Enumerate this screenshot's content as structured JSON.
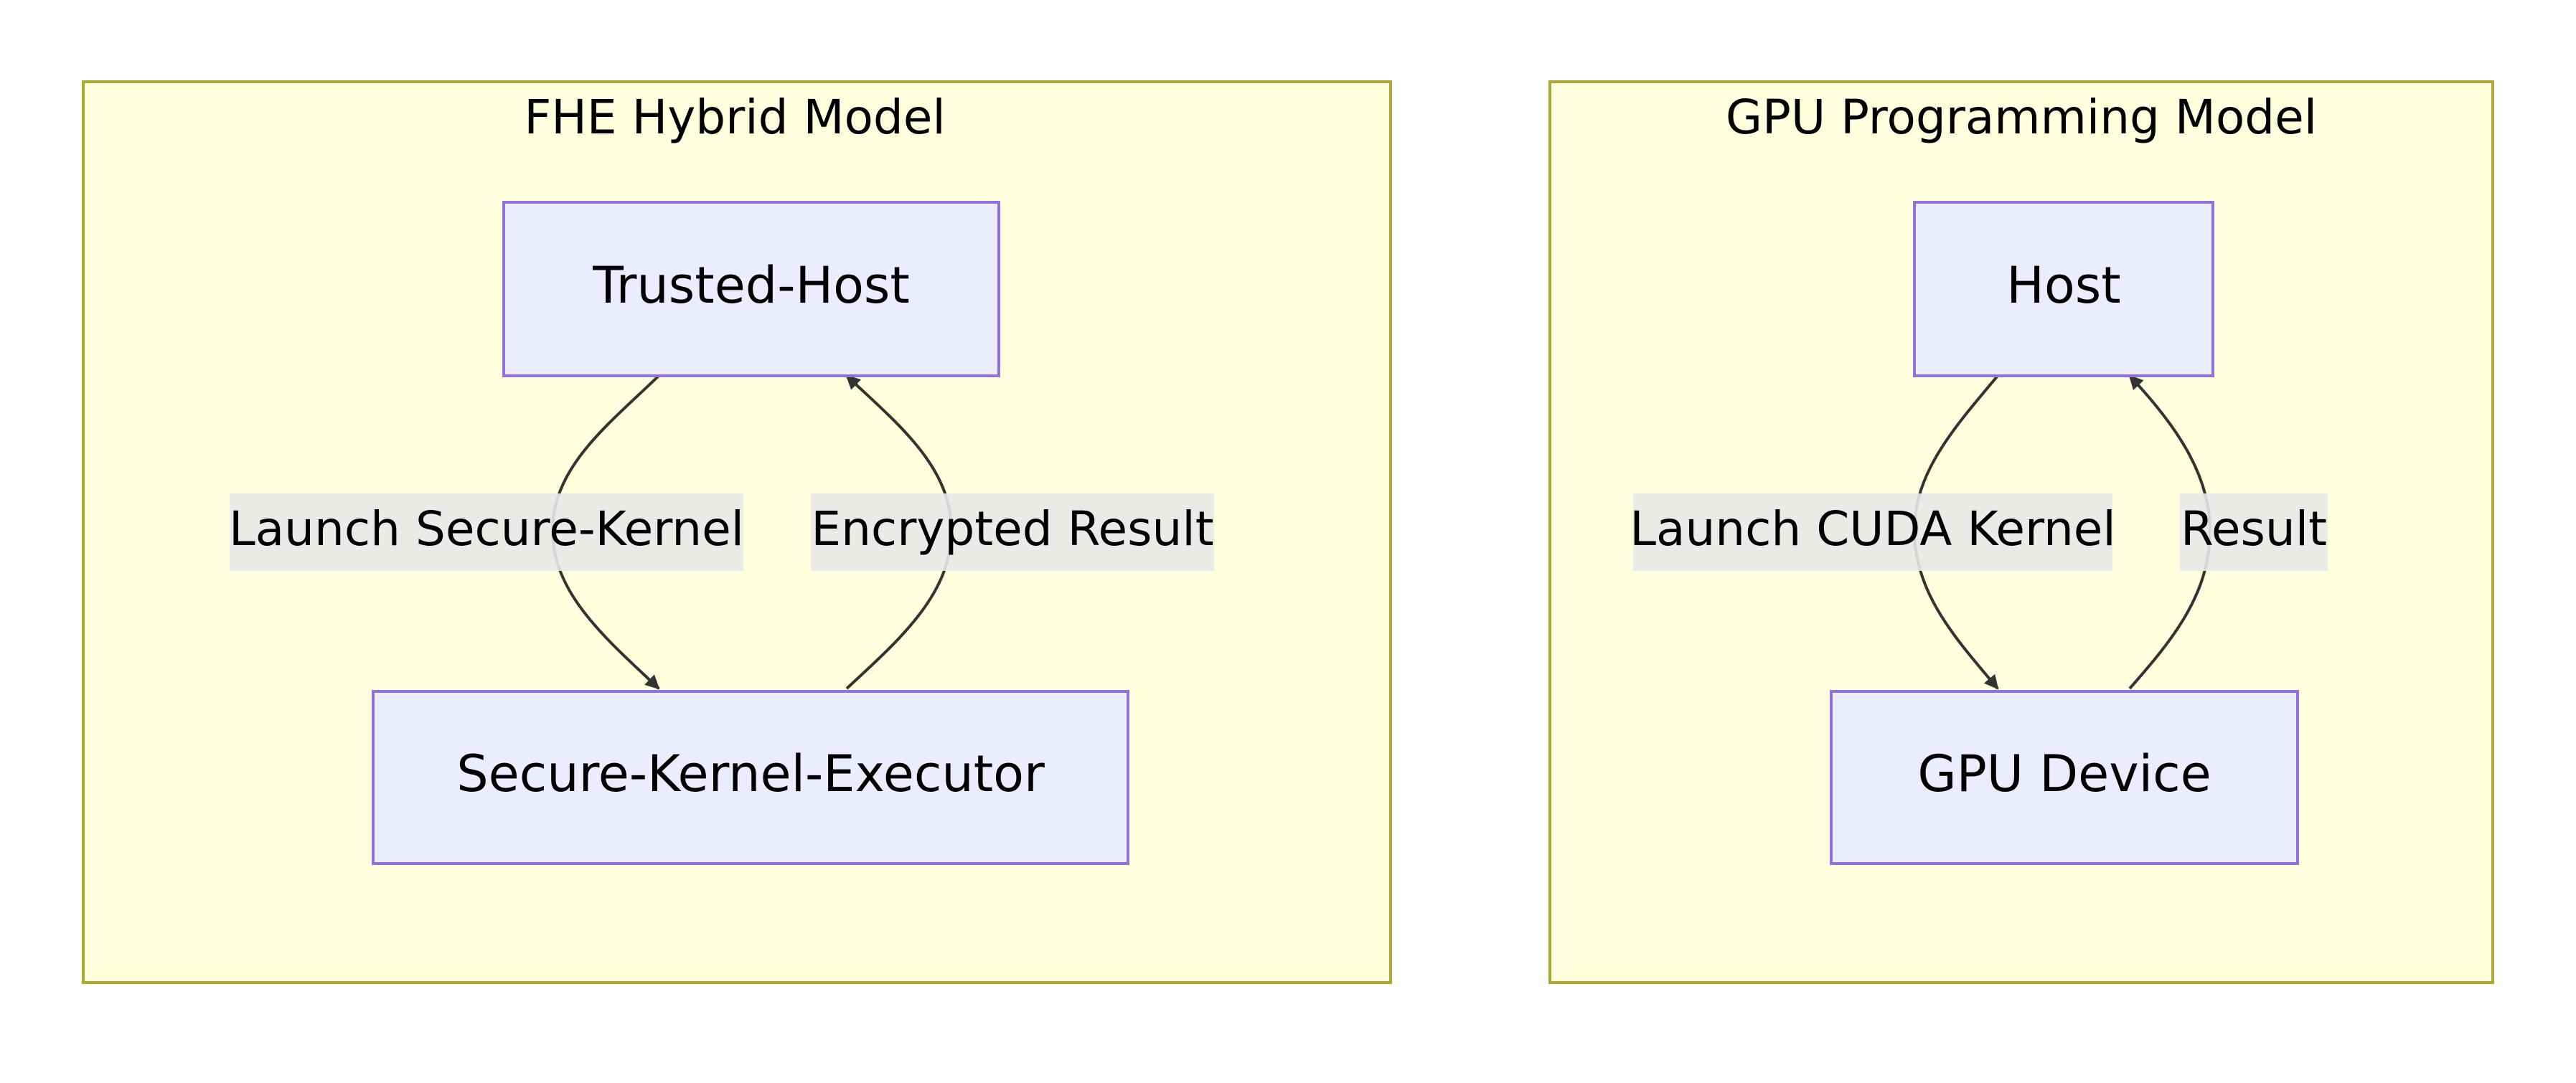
{
  "clusters": {
    "fhe": {
      "title": "FHE Hybrid Model",
      "nodes": {
        "host": "Trusted-Host",
        "executor": "Secure-Kernel-Executor"
      },
      "edges": {
        "launch": "Launch Secure-Kernel",
        "result": "Encrypted Result"
      }
    },
    "gpu": {
      "title": "GPU Programming Model",
      "nodes": {
        "host": "Host",
        "device": "GPU Device"
      },
      "edges": {
        "launch": "Launch CUDA Kernel",
        "result": "Result"
      }
    }
  },
  "colors": {
    "cluster_fill": "#ffffde",
    "cluster_stroke": "#aaaa33",
    "node_fill": "#ececff",
    "node_stroke": "#9370db",
    "edge_stroke": "#333333",
    "edge_label_bg": "#e8e8e8"
  }
}
